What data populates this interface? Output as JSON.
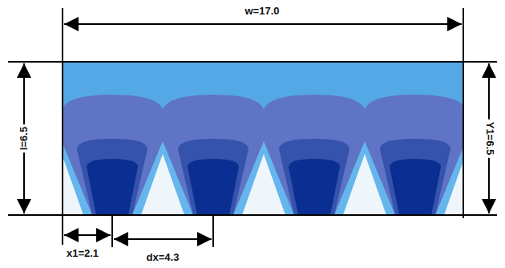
{
  "diagram": {
    "labels": [
      "w=17.0",
      "l=6.5",
      "Y1=6.5",
      "x1=2.1",
      "dx=4.3"
    ]
  }
}
